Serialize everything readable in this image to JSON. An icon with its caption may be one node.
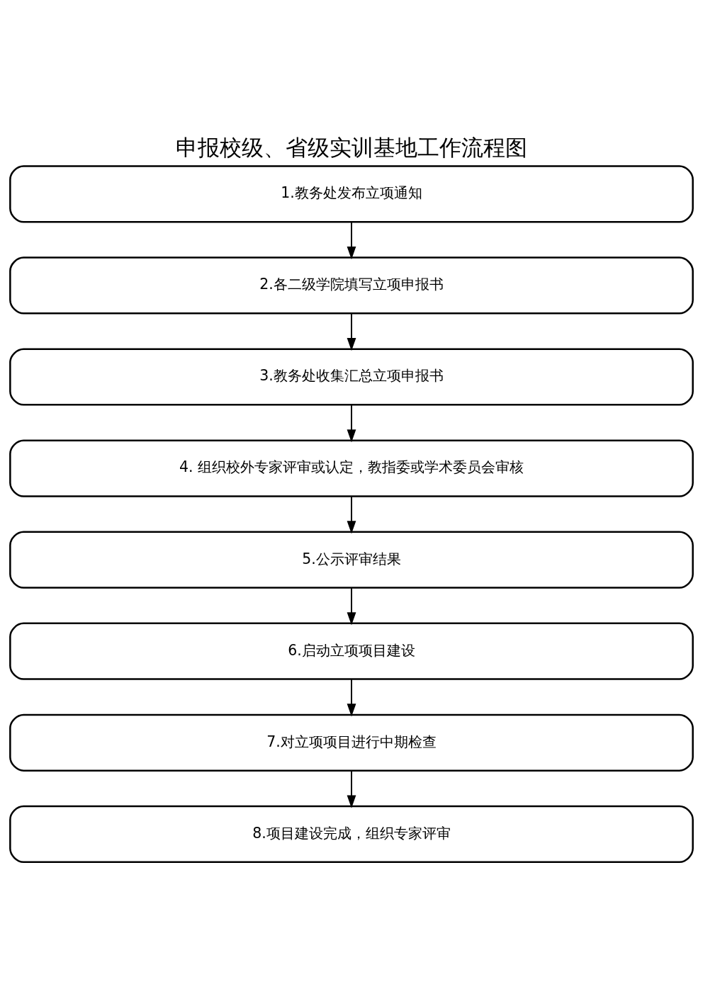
{
  "diagram": {
    "title": "申报校级、省级实训基地工作流程图",
    "nodes": [
      {
        "text": [
          "1.教务处发布立项通知"
        ]
      },
      {
        "text": [
          "2.各二级学院填写立项申报书"
        ]
      },
      {
        "text": [
          "3.教务处收集汇总立项申报书"
        ]
      },
      {
        "text": [
          "4. 组织校外专家评审或认定，教指委或学术委员会审核"
        ]
      },
      {
        "text": [
          "5.公示评审结果"
        ]
      },
      {
        "text": [
          "6.启动立项项目建设"
        ]
      },
      {
        "text": [
          "7.对立项项目进行中期检查"
        ]
      },
      {
        "text": [
          "8.项目建设完成，组织专家评审"
        ]
      }
    ],
    "edges": [
      {
        "from": 0,
        "to": 1,
        "arrow": "to"
      },
      {
        "from": 1,
        "to": 2,
        "arrow": "to"
      },
      {
        "from": 2,
        "to": 3,
        "arrow": "to"
      },
      {
        "from": 3,
        "to": 4,
        "arrow": "to"
      },
      {
        "from": 4,
        "to": 5,
        "arrow": "to"
      },
      {
        "from": 5,
        "to": 6,
        "arrow": "to"
      },
      {
        "from": 6,
        "to": 7,
        "arrow": "to"
      }
    ]
  }
}
